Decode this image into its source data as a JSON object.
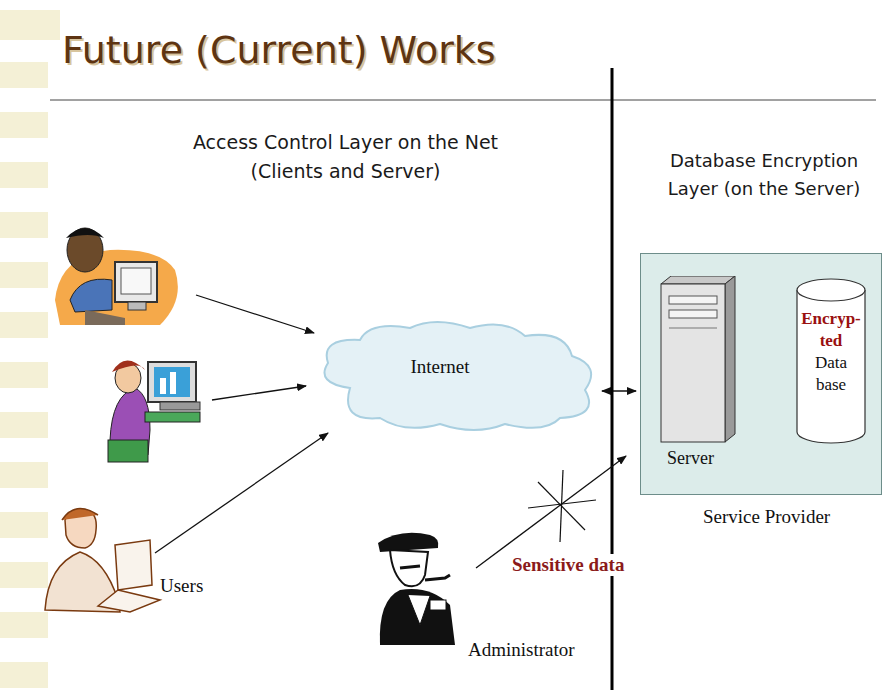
{
  "diagram": {
    "title": "Future (Current) Works",
    "nodes": [
      {
        "text": [
          "Internet"
        ]
      },
      {
        "text": [
          "Service Provider"
        ]
      },
      {
        "text": [
          "Server"
        ],
        "in": 1
      },
      {
        "text": [
          "Encryp- ted",
          "Data base"
        ],
        "in": 1
      }
    ],
    "edges": [
      {
        "from": 0,
        "to": 1,
        "arrow": "both"
      },
      {
        "from": 2,
        "to": 3,
        "arrow": "both"
      }
    ],
    "labels": [
      "Access Control Layer on the Net (Clients and Server)",
      "Database Encryption Layer (on the Server)",
      "Users",
      "Sensitive data",
      "Administrator"
    ]
  }
}
